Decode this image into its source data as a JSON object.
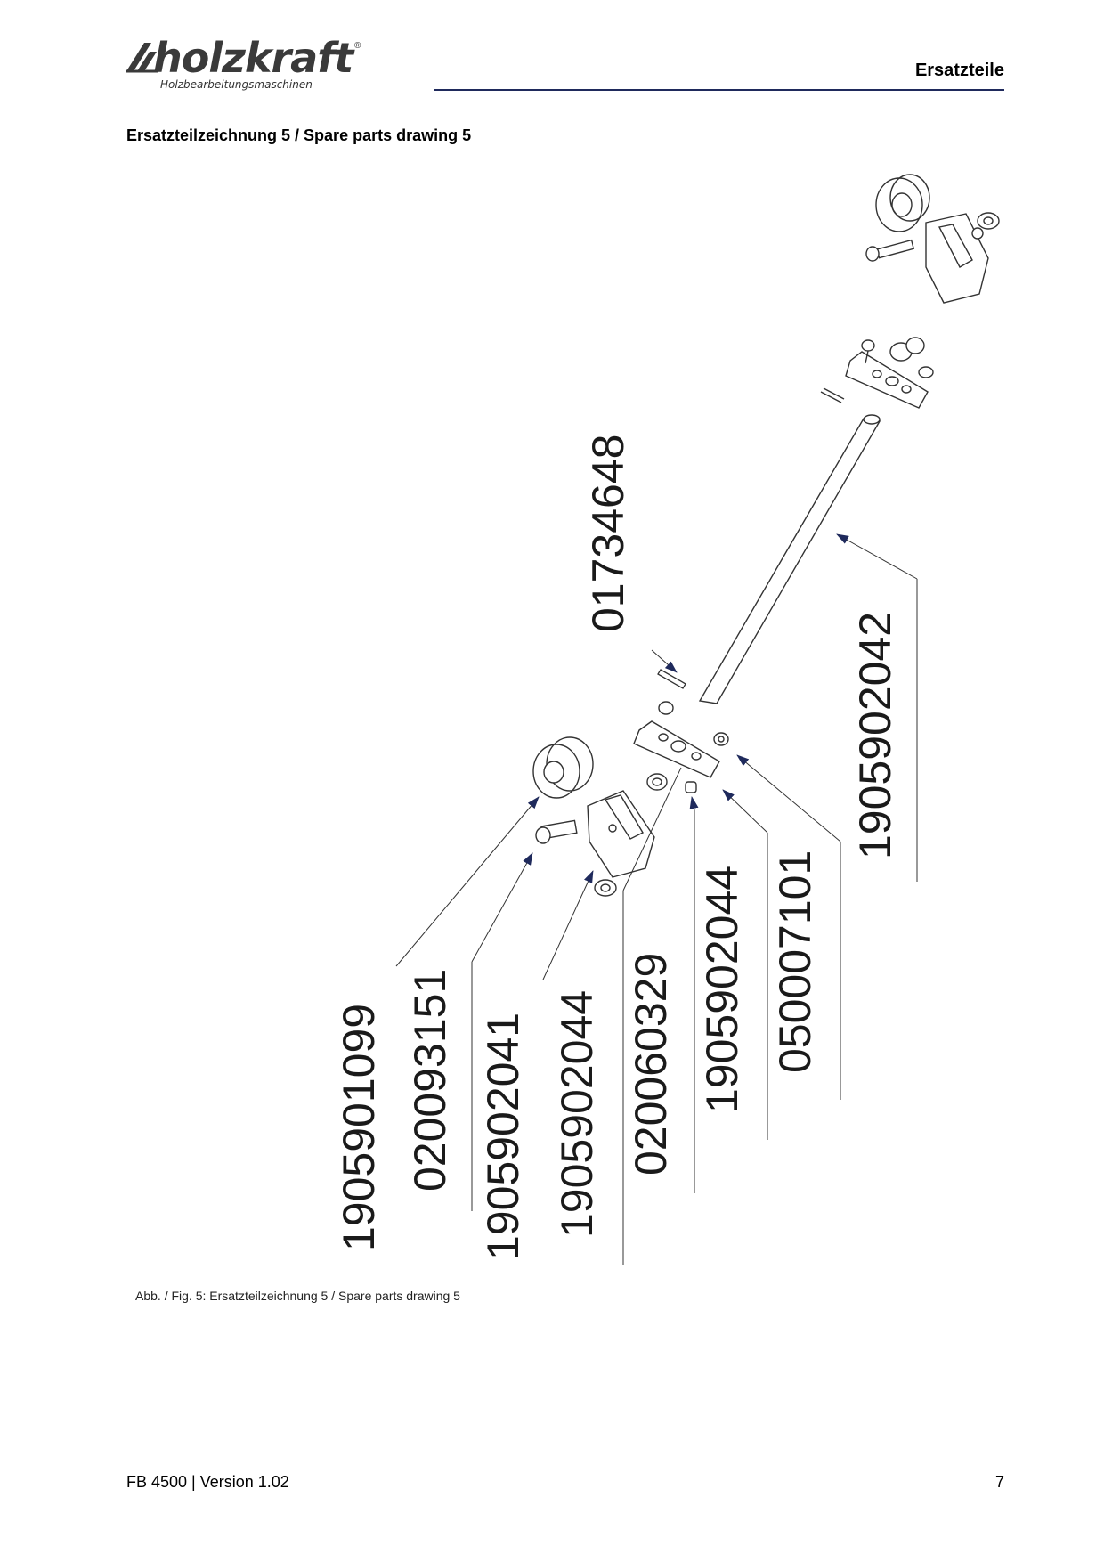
{
  "header": {
    "brand": "holzkraft",
    "brand_sub": "Holzbearbeitungsmaschinen",
    "registered": "®",
    "section": "Ersatzteile"
  },
  "heading": "Ersatzteilzeichnung 5 / Spare parts drawing 5",
  "parts": {
    "p01734648": "01734648",
    "p1905902042": "1905902042",
    "p1905901099": "1905901099",
    "p020093151": "020093151",
    "p1905902041": "1905902041",
    "p1905902044a": "1905902044",
    "p020060329": "020060329",
    "p1905902044b": "1905902044",
    "p050007101": "050007101"
  },
  "caption": "Abb. / Fig. 5: Ersatzteilzeichnung 5 / Spare parts drawing 5",
  "footer": {
    "doc": "FB 4500 | Version 1.02",
    "page": "7"
  },
  "colors": {
    "rule": "#1f2a5c",
    "arrow": "#1f2a5c"
  }
}
